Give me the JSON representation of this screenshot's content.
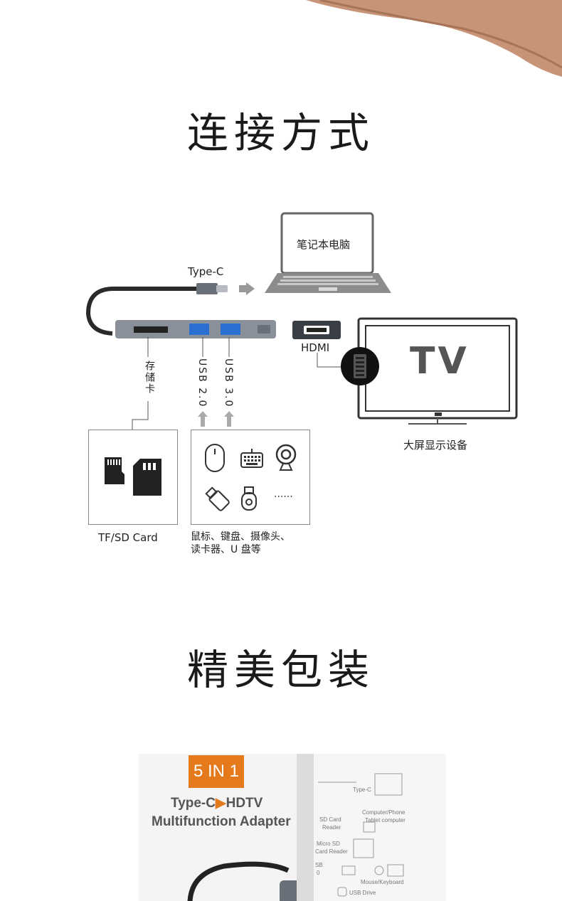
{
  "section1": {
    "title": "连接方式"
  },
  "section2": {
    "title": "精美包装"
  },
  "diagram": {
    "typec_label": "Type-C",
    "laptop_label": "笔记本电脑",
    "hdmi_label": "HDMI",
    "tv_screen_text": "TV",
    "tv_label": "大屏显示设备",
    "card_label": "存储卡",
    "usb2_label": "USB 2.0",
    "usb3_label": "USB 3.0",
    "card_caption": "TF/SD Card",
    "devices_caption_line1": "鼠标、键盘、摄像头、",
    "devices_caption_line2": "读卡器、U 盘等",
    "more_text": "......"
  },
  "package": {
    "badge": "5 IN 1",
    "line1": "Type-C",
    "line1_b": "HDTV",
    "line2": "Multifunction Adapter",
    "side_typec": "Type-C",
    "side_computer": "Computer/Phone",
    "side_tablet": "Tablet computer",
    "side_sd1": "SD Card",
    "side_sd2": "Reader",
    "side_micro1": "Micro SD",
    "side_micro2": "Card Reader",
    "side_usb1": "SB",
    "side_usb2": "0",
    "side_mouse": "Mouse/Keyboard",
    "side_drive": "USB Drive"
  },
  "colors": {
    "accent": "#e57a1d",
    "hub": "#8a9099",
    "line": "#555555"
  }
}
